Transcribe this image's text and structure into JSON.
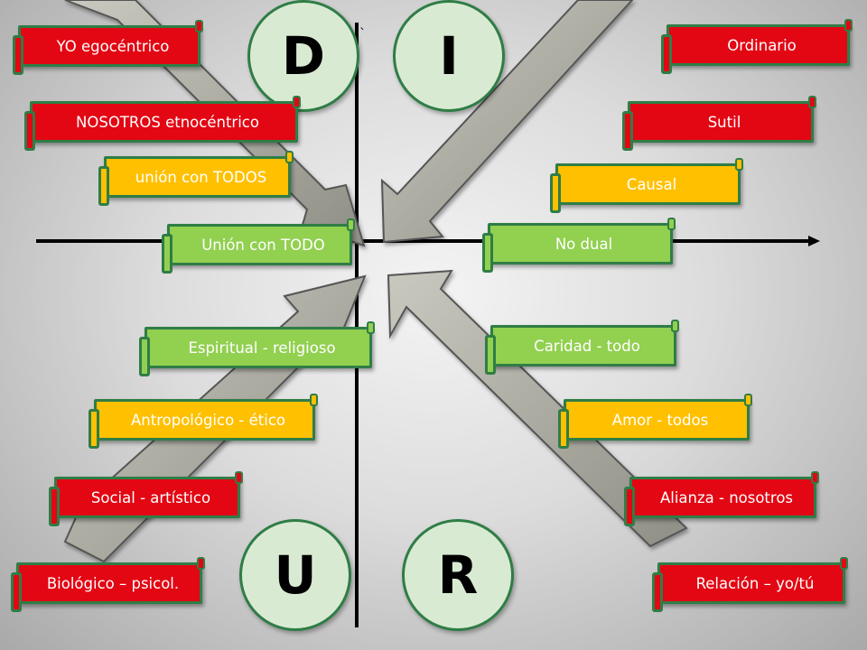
{
  "quadrants": {
    "top_left": "D",
    "top_right": "I",
    "bottom_left": "U",
    "bottom_right": "R"
  },
  "axis_mark": "`",
  "left_labels": [
    {
      "text": "YO egocéntrico",
      "color": "red"
    },
    {
      "text": "NOSOTROS  etnocéntrico",
      "color": "red"
    },
    {
      "text": "unión con TODOS",
      "color": "yellow"
    },
    {
      "text": "Unión con TODO",
      "color": "green"
    },
    {
      "text": "Espiritual - religioso",
      "color": "green"
    },
    {
      "text": "Antropológico - ético",
      "color": "yellow"
    },
    {
      "text": "Social - artístico",
      "color": "red"
    },
    {
      "text": "Biológico – psicol.",
      "color": "red"
    }
  ],
  "right_labels": [
    {
      "text": "Ordinario",
      "color": "red"
    },
    {
      "text": "Sutil",
      "color": "red"
    },
    {
      "text": "Causal",
      "color": "yellow"
    },
    {
      "text": "No dual",
      "color": "green"
    },
    {
      "text": "Caridad - todo",
      "color": "green"
    },
    {
      "text": "Amor - todos",
      "color": "yellow"
    },
    {
      "text": "Alianza - nosotros",
      "color": "red"
    },
    {
      "text": "Relación – yo/tú",
      "color": "red"
    }
  ],
  "colors": {
    "red": "#e30613",
    "yellow": "#ffc000",
    "green": "#92d050",
    "border": "#2f7d46",
    "arrow": "#b5b5ab",
    "circle": "#d9ead3"
  }
}
